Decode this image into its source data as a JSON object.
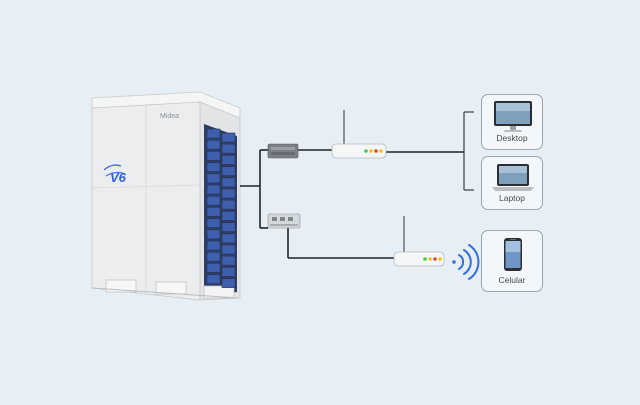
{
  "outdoor_unit": {
    "brand": "Midea",
    "model_badge": "V6"
  },
  "devices": [
    {
      "id": "desktop",
      "label": "Desktop",
      "icon": "desktop-monitor-icon"
    },
    {
      "id": "laptop",
      "label": "Laptop",
      "icon": "laptop-icon"
    },
    {
      "id": "phone",
      "label": "Celular",
      "icon": "smartphone-icon"
    }
  ],
  "colors": {
    "background": "#e7eef4",
    "wire": "#1f2328",
    "unit_body": "#e9ebec",
    "fan_grille": "#3e5fae",
    "router_led_green": "#3ecf4a",
    "router_led_red": "#e04a2b",
    "router_led_yellow": "#f2c21b",
    "card_border": "#9aa6b0"
  }
}
